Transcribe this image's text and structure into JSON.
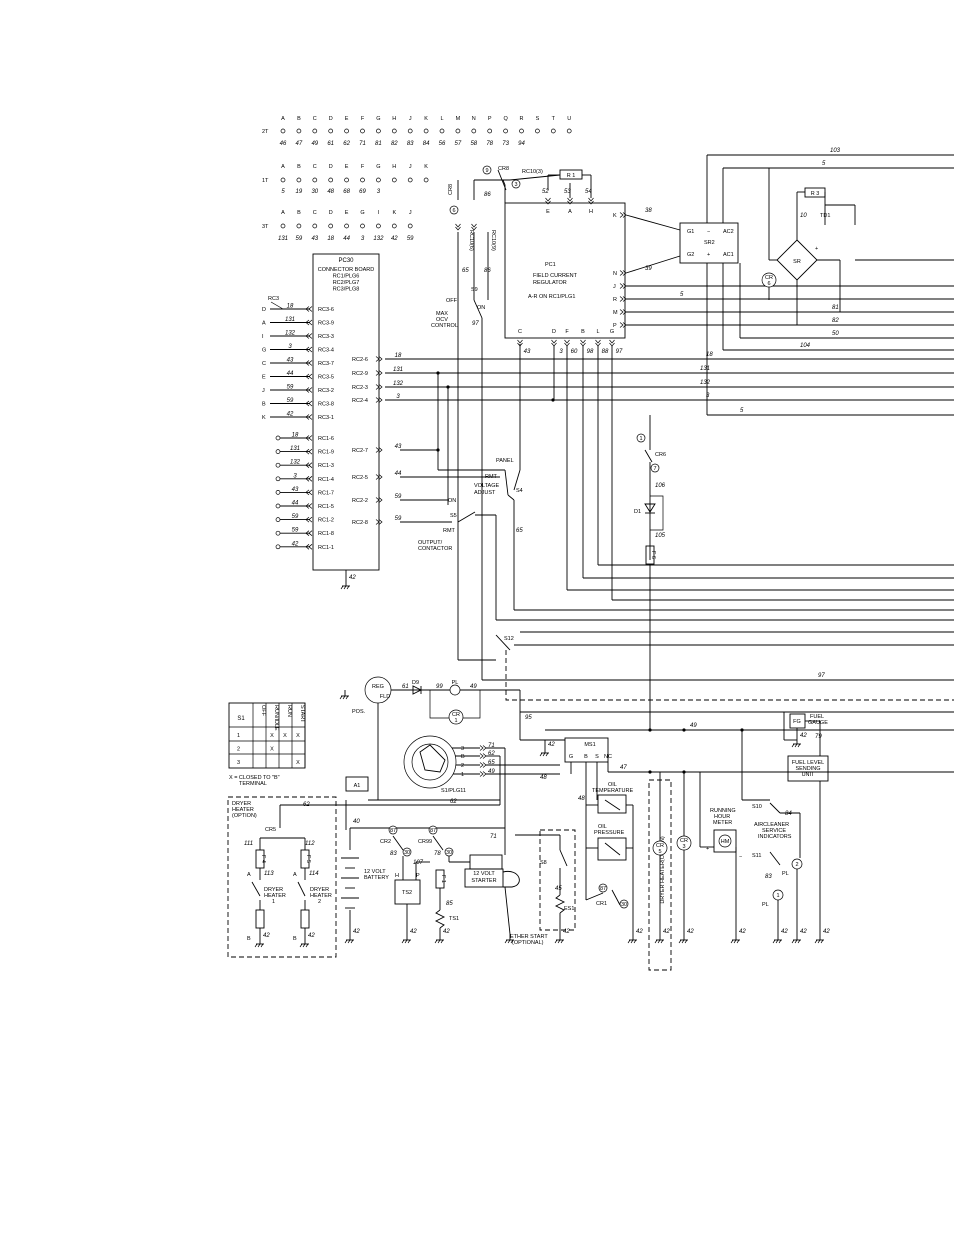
{
  "terminal_strips": [
    {
      "name": "2T",
      "letters": [
        "A",
        "B",
        "C",
        "D",
        "E",
        "F",
        "G",
        "H",
        "J",
        "K",
        "L",
        "M",
        "N",
        "P",
        "Q",
        "R",
        "S",
        "T",
        "U"
      ],
      "wires": [
        "46",
        "47",
        "49",
        "61",
        "62",
        "71",
        "81",
        "82",
        "83",
        "84",
        "56",
        "57",
        "58",
        "78",
        "73",
        "94",
        "",
        "",
        ""
      ]
    },
    {
      "name": "1T",
      "letters": [
        "A",
        "B",
        "C",
        "D",
        "E",
        "F",
        "G",
        "H",
        "J",
        "K"
      ],
      "wires": [
        "5",
        "19",
        "30",
        "48",
        "68",
        "69",
        "3",
        "",
        "",
        ""
      ]
    },
    {
      "name": "3T",
      "letters": [
        "A",
        "B",
        "C",
        "D",
        "E",
        "G",
        "I",
        "K",
        "J"
      ],
      "wires": [
        "131",
        "59",
        "43",
        "18",
        "44",
        "3",
        "132",
        "42",
        "59"
      ]
    }
  ],
  "connector_board": {
    "id": "PC30",
    "lines": [
      "CONNECTOR BOARD",
      "RC1/PLG6",
      "RC2/PLG7",
      "RC3/PLG8"
    ],
    "ground_wire": "42",
    "rc3_header": "RC3",
    "rc3": [
      {
        "letter": "D",
        "wire": "18",
        "pin": "RC3-6"
      },
      {
        "letter": "A",
        "wire": "131",
        "pin": "RC3-9"
      },
      {
        "letter": "I",
        "wire": "132",
        "pin": "RC3-3"
      },
      {
        "letter": "G",
        "wire": "3",
        "pin": "RC3-4"
      },
      {
        "letter": "C",
        "wire": "43",
        "pin": "RC3-7"
      },
      {
        "letter": "E",
        "wire": "44",
        "pin": "RC3-5"
      },
      {
        "letter": "J",
        "wire": "59",
        "pin": "RC3-2"
      },
      {
        "letter": "B",
        "wire": "59",
        "pin": "RC3-8"
      },
      {
        "letter": "K",
        "wire": "42",
        "pin": "RC3-1"
      }
    ],
    "rc1": [
      {
        "wire": "18",
        "pin": "RC1-6"
      },
      {
        "wire": "131",
        "pin": "RC1-9"
      },
      {
        "wire": "132",
        "pin": "RC1-3"
      },
      {
        "wire": "3",
        "pin": "RC1-4"
      },
      {
        "wire": "43",
        "pin": "RC1-7"
      },
      {
        "wire": "44",
        "pin": "RC1-5"
      },
      {
        "wire": "59",
        "pin": "RC1-2"
      },
      {
        "wire": "59",
        "pin": "RC1-8"
      },
      {
        "wire": "42",
        "pin": "RC1-1"
      }
    ],
    "rc2": [
      {
        "pin": "RC2-6",
        "wire": "18"
      },
      {
        "pin": "RC2-9",
        "wire": "131"
      },
      {
        "pin": "RC2-3",
        "wire": "132"
      },
      {
        "pin": "RC2-4",
        "wire": "3"
      },
      {
        "pin": "RC2-7",
        "wire": "43"
      },
      {
        "pin": "RC2-5",
        "wire": "44"
      },
      {
        "pin": "RC2-2",
        "wire": "59"
      },
      {
        "pin": "RC2-8",
        "wire": "59"
      }
    ]
  },
  "field_regulator": {
    "id": "PC1",
    "title_1": "FIELD CURRENT",
    "title_2": "REGULATOR",
    "note": "A-R ON RC1/PLG1",
    "right_pins": [
      "K",
      "N",
      "J",
      "R",
      "M",
      "P"
    ],
    "bottom_pins": [
      "C",
      "D",
      "F",
      "B",
      "L",
      "G"
    ],
    "bottom_wires": [
      "43",
      "3",
      "60",
      "98",
      "88",
      "97"
    ],
    "top_pins": [
      "E",
      "A",
      "H"
    ],
    "top_wires": [
      "52",
      "53",
      "54"
    ],
    "k_wire": "38",
    "n_wire": "39",
    "r_wire": "5"
  },
  "pot_r1": "R 1",
  "pot_r3": "R 3",
  "cr8": {
    "label": "CR8",
    "rc_left": "RC10(6)",
    "rc_right": "RC10(9)",
    "rc_top": "RC10(3)",
    "n9": "9",
    "n3": "3",
    "n6": "6",
    "w_top": "86",
    "w65": "65",
    "w86": "86"
  },
  "sr2": {
    "id": "SR2",
    "g1": "G1",
    "minus": "−",
    "ac2": "AC2",
    "g2": "G2",
    "plus": "+",
    "ac1": "AC1"
  },
  "sr": {
    "id": "SR",
    "cr6": "CR",
    "cr6n": "6",
    "td1": "TD1",
    "w10": "10",
    "plus": "+"
  },
  "right_wires": [
    "103",
    "5",
    "81",
    "82",
    "50",
    "104",
    "18",
    "131",
    "132",
    "3",
    "5",
    "97"
  ],
  "switches": {
    "s9": {
      "id": "S9",
      "off": "OFF",
      "on": "ON",
      "label_1": "MAX",
      "label_2": "OCV",
      "label_3": "CONTROL",
      "wire": "97"
    },
    "s4": {
      "id": "S4",
      "panel": "PANEL",
      "rmt": "RMT",
      "label_1": "VOLTAGE",
      "label_2": "ADJUST"
    },
    "s5": {
      "id": "S5",
      "on": "ON",
      "rmt": "RMT",
      "label_1": "OUTPUT/",
      "label_2": "CONTACTOR",
      "wire": "65"
    },
    "s12": {
      "id": "S12"
    },
    "cr6_relay": {
      "label": "CR6",
      "n1": "1",
      "n7": "7",
      "w106": "106",
      "d1": "D1",
      "w105": "105",
      "fuse": "F 6"
    }
  },
  "alternator": {
    "reg": "REG",
    "fld": "FLD",
    "pos": "POS.",
    "d9": "D9",
    "w61": "61",
    "pl": "PL",
    "w99": "99",
    "w49": "49",
    "cr": "CR",
    "crn": "1"
  },
  "s1_table": {
    "title": "S1",
    "cols": [
      "OFF",
      "RUN/IDLE",
      "RUN",
      "START"
    ],
    "rows": [
      {
        "label": "1",
        "marks": [
          "",
          "X",
          "X",
          "X"
        ]
      },
      {
        "label": "2",
        "marks": [
          "",
          "X",
          "",
          ""
        ]
      },
      {
        "label": "3",
        "marks": [
          "",
          "",
          "",
          "X"
        ]
      }
    ],
    "note_1": "X = CLOSED TO \"B\"",
    "note_2": "TERMINAL"
  },
  "ignition": {
    "label": "S1/PLG11",
    "rows": [
      "3",
      "B",
      "2",
      "1"
    ],
    "wires": [
      "71",
      "62",
      "65",
      "49"
    ],
    "w95": "95",
    "w49": "49",
    "w42": "42"
  },
  "ms1": {
    "id": "MS1",
    "pins": [
      "G",
      "B",
      "S",
      "NC"
    ],
    "w47": "47",
    "w48": "48"
  },
  "battery": {
    "a1": "A1",
    "label_1": "12 VOLT",
    "label_2": "BATTERY",
    "w40": "40",
    "w62": "62",
    "w62b": "62",
    "w71": "71",
    "w42": "42"
  },
  "dryer": {
    "title_1": "DRYER",
    "title_2": "HEATER",
    "title_3": "(OPTION)",
    "cr5": "CR5",
    "w111": "111",
    "w112": "112",
    "w113": "113",
    "w114": "114",
    "f4": "F 4",
    "f5": "F 5",
    "h1_1": "DRYER",
    "h1_2": "HEATER",
    "h1_3": "1",
    "h2_1": "DRYER",
    "h2_2": "HEATER",
    "h2_3": "2",
    "a": "A",
    "b": "B",
    "w42": "42",
    "w62": "62"
  },
  "cr2": {
    "label": "CR2",
    "n87": "87",
    "n30": "30",
    "w83": "83",
    "ts2": "TS2",
    "h": "H",
    "p": "P"
  },
  "cr99": {
    "label": "CR99",
    "n87": "87",
    "n30": "30",
    "w78": "78",
    "w107": "107",
    "fuse": "F 1",
    "w85": "85",
    "ts1": "TS1"
  },
  "starter": {
    "label_1": "12 VOLT",
    "label_2": "STARTER"
  },
  "ether": {
    "s8": "S8",
    "w45": "45",
    "es1": "ES1",
    "label_1": "ETHER START",
    "label_2": "(OPTIONAL)"
  },
  "oil": {
    "temp_1": "OIL",
    "temp_2": "TEMPERATURE",
    "press_1": "OIL",
    "press_2": "PRESSURE",
    "cr1": "CR1",
    "n87": "87",
    "n30": "30"
  },
  "dryer_vert": "DRYER HEATER(OPTION)",
  "cr3": {
    "label": "CR",
    "n": "3"
  },
  "cr5b": {
    "label": "CR",
    "n": "5"
  },
  "hour_meter": {
    "label_1": "RUNNING",
    "label_2": "HOUR",
    "label_3": "METER",
    "hm": "HM",
    "plus": "+",
    "minus": "−"
  },
  "aircleaner": {
    "s10": "S10",
    "w84": "84",
    "label_1": "AIRCLEANER",
    "label_2": "SERVICE",
    "label_3": "INDICATORS",
    "s11": "S11",
    "w83": "83",
    "pl": "PL",
    "n1": "1",
    "n2": "2"
  },
  "fuel": {
    "fg": "FG",
    "label_1": "FUEL",
    "label_2": "GAUGE",
    "w79": "79",
    "w42": "42",
    "send_1": "FUEL LEVEL",
    "send_2": "SENDING",
    "send_3": "UNIT"
  },
  "ground": "42"
}
